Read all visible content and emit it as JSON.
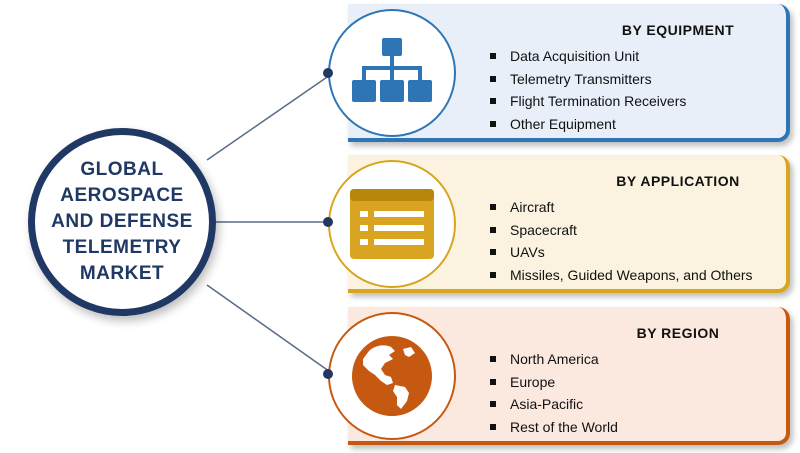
{
  "center": {
    "title": "GLOBAL\nAEROSPACE\nAND DEFENSE\nTELEMETRY\nMARKET"
  },
  "segments": [
    {
      "heading": "BY EQUIPMENT",
      "icon": "hierarchy-icon",
      "accent": "#2e75b6",
      "background": "#e8eff8",
      "items": [
        "Data Acquisition Unit",
        "Telemetry Transmitters",
        "Flight Termination Receivers",
        "Other Equipment"
      ]
    },
    {
      "heading": "BY APPLICATION",
      "icon": "list-document-icon",
      "accent": "#d9a520",
      "background": "#fbf3e0",
      "items": [
        "Aircraft",
        "Spacecraft",
        "UAVs",
        "Missiles, Guided Weapons, and Others"
      ]
    },
    {
      "heading": "BY REGION",
      "icon": "globe-americas-icon",
      "accent": "#c65911",
      "background": "#fbe9e0",
      "items": [
        "North America",
        "Europe",
        "Asia-Pacific",
        "Rest of the World"
      ]
    }
  ],
  "colors": {
    "navy": "#1f3864",
    "connector": "#5a6b87"
  }
}
